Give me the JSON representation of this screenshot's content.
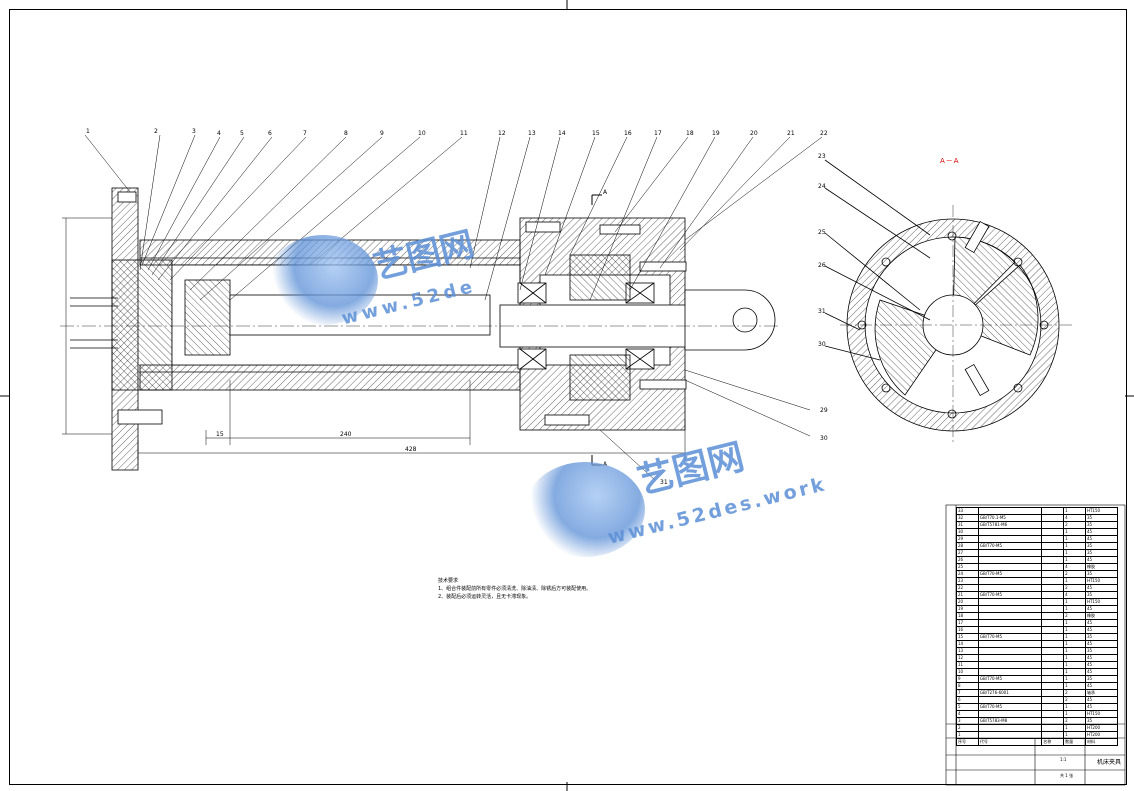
{
  "drawing": {
    "section_title": "A－A",
    "section_marker": "A",
    "part_numbers": [
      "1",
      "2",
      "3",
      "4",
      "5",
      "6",
      "7",
      "8",
      "9",
      "10",
      "11",
      "12",
      "13",
      "14",
      "15",
      "16",
      "17",
      "18",
      "19",
      "20",
      "21",
      "22"
    ],
    "side_part_numbers": [
      "23",
      "24",
      "25",
      "26",
      "31",
      "30",
      "29",
      "30",
      "31"
    ],
    "dimensions": {
      "d1": "15",
      "d2": "240",
      "d3": "428"
    },
    "notes": {
      "heading": "技术要求",
      "line1": "1、组合件装配前所有零件必须清洗、除油渍、除锈后方可装配使用。",
      "line2": "2、装配后必须运转灵活，且无卡滞现象。"
    }
  },
  "watermark": {
    "brand_cn": "艺图网",
    "url": "www.52des.work",
    "url_short": "www.52de",
    "color": "#5b8fd6"
  },
  "bom": {
    "rows": [
      [
        "33",
        "",
        "",
        "1",
        "HT150"
      ],
      [
        "32",
        "GB/T70.1-M5",
        "",
        "4",
        "35"
      ],
      [
        "31",
        "GB/T5781-M6",
        "",
        "2",
        "35"
      ],
      [
        "30",
        "",
        "",
        "1",
        "45"
      ],
      [
        "29",
        "",
        "",
        "1",
        "45"
      ],
      [
        "28",
        "GB/T70-M5",
        "",
        "1",
        "35"
      ],
      [
        "27",
        "",
        "",
        "1",
        "35"
      ],
      [
        "26",
        "",
        "",
        "1",
        "45"
      ],
      [
        "25",
        "",
        "",
        "4",
        "橡胶"
      ],
      [
        "24",
        "GB/T70-M5",
        "",
        "2",
        "35"
      ],
      [
        "23",
        "",
        "",
        "1",
        "HT150"
      ],
      [
        "22",
        "",
        "",
        "2",
        "45"
      ],
      [
        "21",
        "GB/T70-M5",
        "",
        "4",
        "35"
      ],
      [
        "20",
        "",
        "",
        "1",
        "HT150"
      ],
      [
        "19",
        "",
        "",
        "1",
        "45"
      ],
      [
        "18",
        "",
        "",
        "2",
        "橡胶"
      ],
      [
        "17",
        "",
        "",
        "1",
        "45"
      ],
      [
        "16",
        "",
        "",
        "1",
        "45"
      ],
      [
        "15",
        "GB/T70-M5",
        "",
        "1",
        "35"
      ],
      [
        "14",
        "",
        "",
        "1",
        "45"
      ],
      [
        "13",
        "",
        "",
        "1",
        "35"
      ],
      [
        "12",
        "",
        "",
        "1",
        "45"
      ],
      [
        "11",
        "",
        "",
        "1",
        "45"
      ],
      [
        "10",
        "",
        "",
        "1",
        "45"
      ],
      [
        "9",
        "GB/T70-M5",
        "",
        "1",
        "35"
      ],
      [
        "8",
        "",
        "",
        "1",
        "45"
      ],
      [
        "7",
        "GB/T276-6001",
        "",
        "2",
        "轴承"
      ],
      [
        "6",
        "",
        "",
        "2",
        "45"
      ],
      [
        "5",
        "GB/T70-M5",
        "",
        "1",
        "45"
      ],
      [
        "4",
        "",
        "",
        "1",
        "HT150"
      ],
      [
        "3",
        "GB/T5783-M8",
        "",
        "2",
        "35"
      ],
      [
        "2",
        "",
        "",
        "1",
        "HT200"
      ],
      [
        "1",
        "",
        "",
        "1",
        "HT200"
      ]
    ],
    "header": [
      "序号",
      "代号",
      "名称",
      "数量",
      "材料"
    ]
  },
  "titleblock": {
    "title": "机床夹具",
    "scale": "1:1",
    "sheet": "共 1 张"
  }
}
